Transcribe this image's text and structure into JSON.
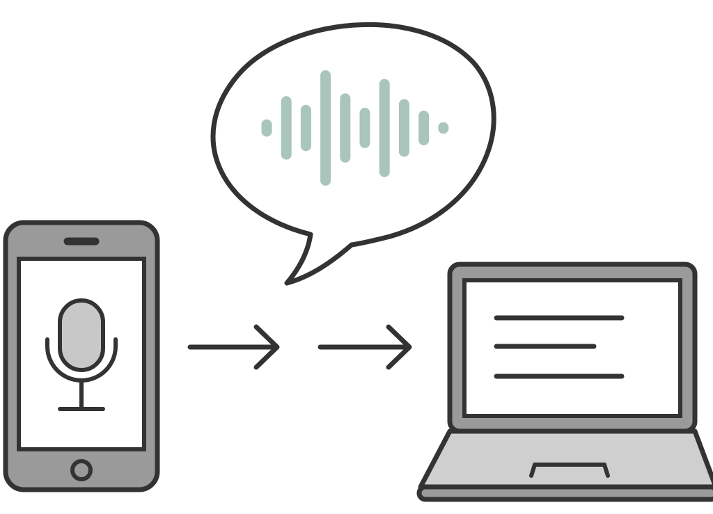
{
  "diagram": {
    "nodes": [
      {
        "id": "phone",
        "kind": "smartphone",
        "icon": "microphone-icon"
      },
      {
        "id": "speech",
        "kind": "speech-bubble",
        "icon": "sound-wave-icon"
      },
      {
        "id": "laptop",
        "kind": "laptop",
        "icon": "text-lines-icon"
      }
    ],
    "edges": [
      {
        "from": "phone",
        "to": "laptop",
        "style": "arrow"
      },
      {
        "from": "phone",
        "to": "laptop",
        "style": "arrow"
      }
    ],
    "waveform_levels": [
      0.15,
      0.55,
      0.4,
      1.0,
      0.6,
      0.35,
      0.85,
      0.5,
      0.3,
      0.1
    ]
  },
  "colors": {
    "background": "#ffffff",
    "outline": "#333333",
    "device_body": "#9a9a9a",
    "screen": "#ffffff",
    "mic_fill": "#c8c8c8",
    "keyboard_deck": "#cfcfcf",
    "wave": "#a9c5bc"
  }
}
